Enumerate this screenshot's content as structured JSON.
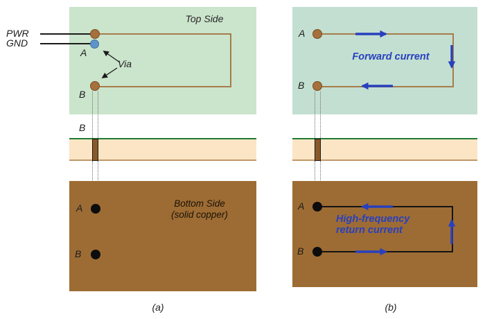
{
  "colors": {
    "top_layer_fill_a": "#cbe4cc",
    "top_layer_fill_b": "#c3dfd1",
    "substrate_fill": "#fbe5c4",
    "substrate_top_line": "#1e7a33",
    "substrate_bottom_line": "#c09767",
    "copper_fill": "#9d6c34",
    "trace_brown": "#a67c4b",
    "pad_brown": "#a5703b",
    "pad_gnd_blue": "#5d95cb",
    "current_blue": "#2840be",
    "return_trace_black": "#141414"
  },
  "panel_a": {
    "caption": "(a)",
    "top_layer": {
      "title": "Top Side",
      "pwr_label": "PWR",
      "gnd_label": "GND",
      "point_a_label": "A",
      "point_b_label": "B",
      "via_label": "Via"
    },
    "cross_section": {
      "point_b_label": "B"
    },
    "bottom_layer": {
      "title_line1": "Bottom Side",
      "title_line2": "(solid copper)",
      "point_a_label": "A",
      "point_b_label": "B"
    }
  },
  "panel_b": {
    "caption": "(b)",
    "top_layer": {
      "point_a_label": "A",
      "point_b_label": "B",
      "annotation": "Forward current"
    },
    "bottom_layer": {
      "point_a_label": "A",
      "point_b_label": "B",
      "annotation_line1": "High-frequency",
      "annotation_line2": "return current"
    }
  }
}
